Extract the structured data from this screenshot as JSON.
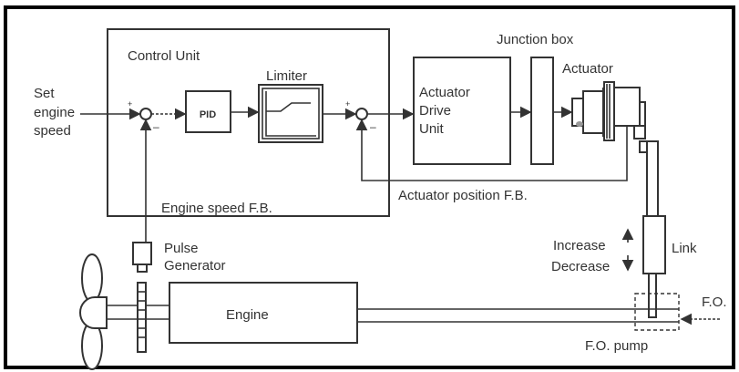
{
  "labels": {
    "control_unit": "Control Unit",
    "set_speed": [
      "Set",
      "engine",
      "speed"
    ],
    "pid": "PID",
    "limiter": "Limiter",
    "plus": "+",
    "minus": "–",
    "junction_box": "Junction box",
    "actuator": "Actuator",
    "actuator_drive_unit": [
      "Actuator",
      "Drive",
      "Unit"
    ],
    "actuator_position_fb": "Actuator position F.B.",
    "engine_speed_fb": "Engine speed F.B.",
    "increase": "Increase",
    "decrease": "Decrease",
    "link": "Link",
    "pulse_generator": [
      "Pulse",
      "Generator"
    ],
    "engine": "Engine",
    "fo": "F.O.",
    "fo_pump": "F.O. pump"
  }
}
